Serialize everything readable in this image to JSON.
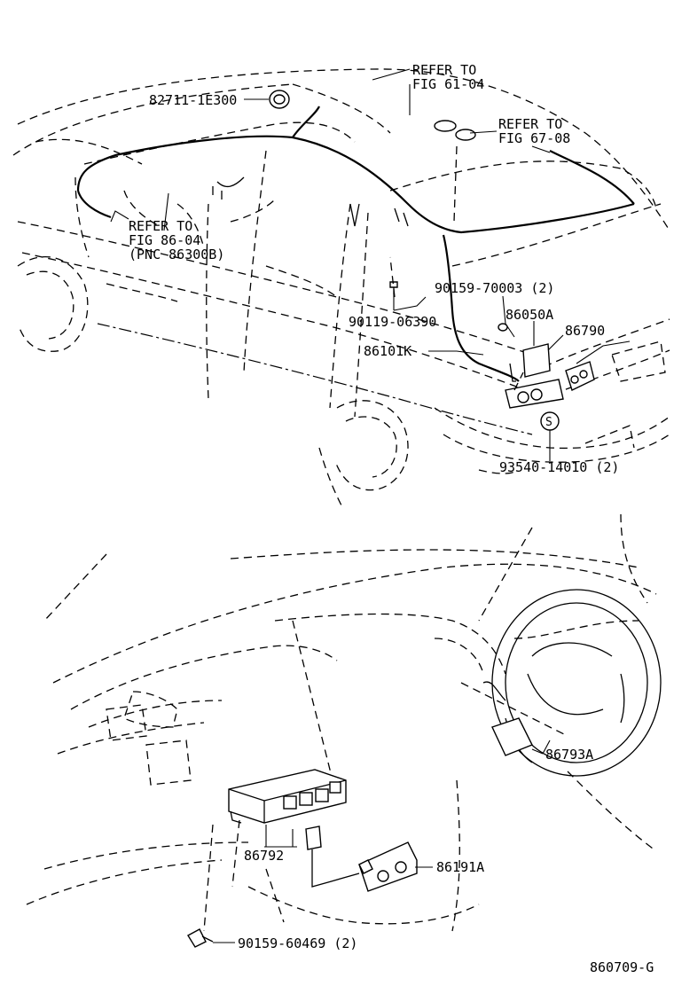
{
  "diagram": {
    "upper_section": {
      "labels": {
        "ref_61_04_line1": "REFER TO",
        "ref_61_04_line2": "FIG 61-04",
        "ref_67_08_line1": "REFER TO",
        "ref_67_08_line2": "FIG 67-08",
        "ref_86_04_line1": "REFER TO",
        "ref_86_04_line2": "FIG 86-04",
        "ref_86_04_line3": "(PNC 86300B)",
        "part_82711": "82711-1E300",
        "part_90119": "90119-06390",
        "part_86101k": "86101K",
        "part_90159_70003": "90159-70003 (2)",
        "part_86050a": "86050A",
        "part_86790": "86790",
        "part_93540": "93540-14010 (2)",
        "bolt_symbol": "S"
      }
    },
    "lower_section": {
      "labels": {
        "part_86793a": "86793A",
        "part_86792": "86792",
        "part_86191a": "86191A",
        "part_90159_60469": "90159-60469 (2)"
      }
    },
    "figure_id": "860709-G"
  }
}
